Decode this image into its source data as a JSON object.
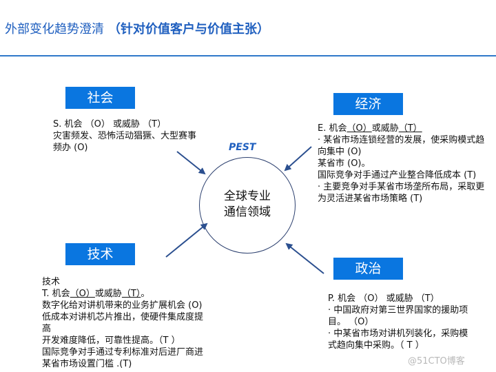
{
  "header": {
    "title": "外部变化趋势澄清",
    "subtitle": "（针对价值客户与价值主张）"
  },
  "diagram": {
    "tag": "PEST",
    "center": [
      "全球专业",
      "通信领域"
    ]
  },
  "social": {
    "label": "社会",
    "lines": [
      "S. 机会 （O） 或威胁 （T）",
      "灾害频发、恐怖活动猖獗、大型赛事",
      "频办 (O)"
    ]
  },
  "economic": {
    "label": "经济",
    "head": {
      "a": "E. 机会",
      "b": "（O）",
      "c": "或威胁",
      "d": "（T）"
    },
    "lines": [
      "· 某省市场连锁经营的发展，使采购模式趋",
      "向集中 (O)",
      "某省市 (O)。",
      "   国际竞争对手通过产业整合降低成本 (T)",
      "· 主要竞争对手某省市场垄所布局，采取更",
      "为灵活进某省市场策略 (T)"
    ]
  },
  "tech": {
    "label": "技术",
    "first": "技术",
    "head": {
      "a": "T. 机会",
      "b": "（O）",
      "c": "或威胁",
      "d": "（T）",
      "e": "。"
    },
    "lines": [
      "数字化给对讲机带来的业务扩展机会 (O)",
      "低成本对讲机芯片推出，使硬件集成度提",
      "高",
      "开发难度降低，可靠性提高。（T ）",
      "国际竞争对手通过专利标准对后进厂商进",
      "某省市场设置门槛 .(T)"
    ]
  },
  "politics": {
    "label": "政治",
    "lines": [
      "P. 机会 （O） 或威胁 （T）",
      "· 中国政府对第三世界国家的援助项",
      "目。 （O）",
      "· 中某省市场对讲机列装化，采购模",
      "式趋向集中采购。（ T ）"
    ]
  },
  "watermark": "@51CTO博客",
  "colors": {
    "accent": "#0a76e0",
    "title": "#1f5fbf",
    "arrow": "#2b4f8f"
  }
}
